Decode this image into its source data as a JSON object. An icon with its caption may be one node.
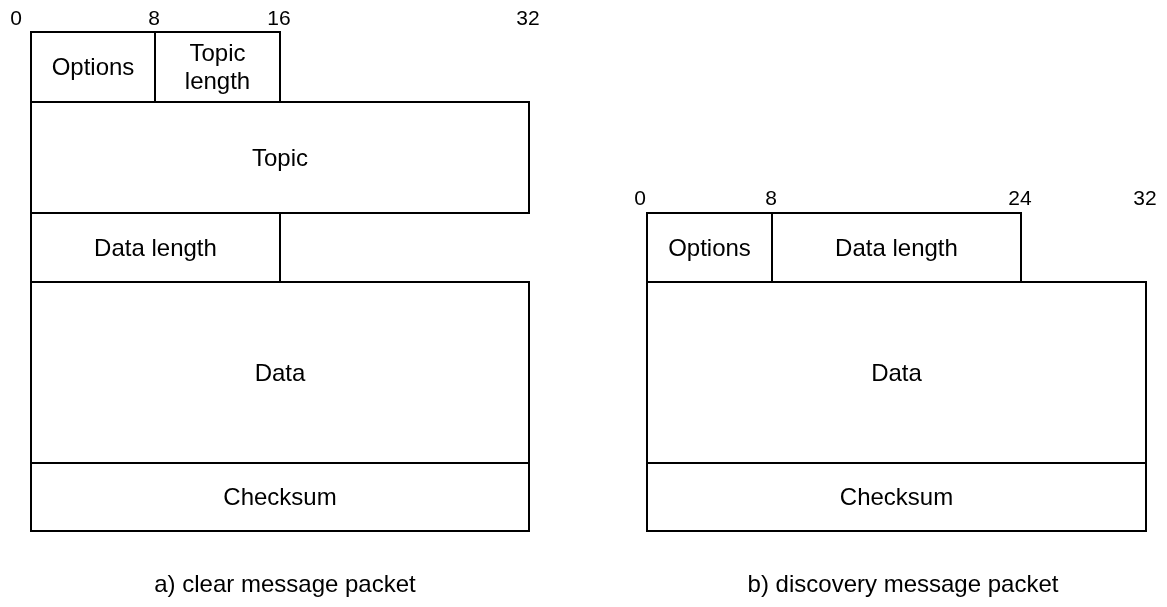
{
  "diagram": {
    "nodes": [
      {
        "text": [
          "Options"
        ]
      },
      {
        "text": [
          "Topic length"
        ]
      },
      {
        "text": [
          "Topic"
        ]
      },
      {
        "text": [
          "Data length"
        ]
      },
      {
        "text": [
          "Data"
        ]
      },
      {
        "text": [
          "Checksum"
        ]
      },
      {
        "text": [
          "Options"
        ]
      },
      {
        "text": [
          "Data length"
        ]
      },
      {
        "text": [
          "Data"
        ]
      },
      {
        "text": [
          "Checksum"
        ]
      }
    ],
    "edges": [],
    "labels": [
      "0",
      "8",
      "16",
      "32",
      "0",
      "8",
      "24",
      "32",
      "a) clear message packet",
      "b) discovery message packet"
    ]
  }
}
